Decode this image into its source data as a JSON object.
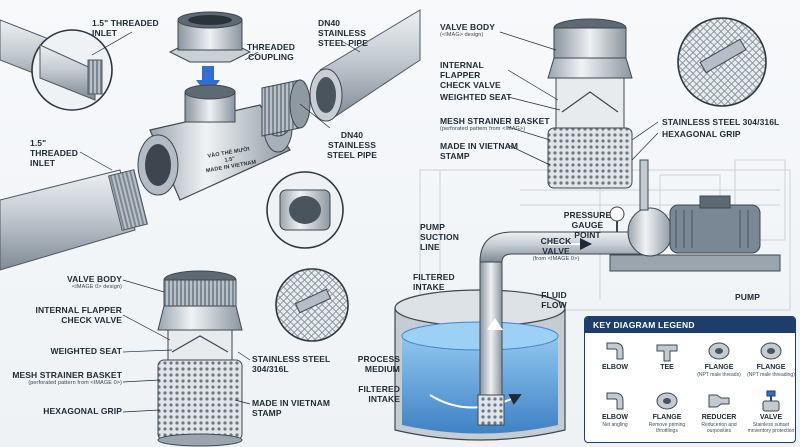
{
  "labels": {
    "threaded_inlet_top": "1.5\" THREADED INLET",
    "threaded_coupling": "THREADED COUPLING",
    "steel_pipe_top": "DN40 STAINLESS STEEL PIPE",
    "steel_pipe_mid": "DN40 STAINLESS STEEL PIPE",
    "threaded_inlet_left": "1.5\" THREADED INLET",
    "valve_body_bl": "VALVE BODY",
    "valve_body_bl_sub": "<IMAGE 0> design)",
    "flapper_bl": "INTERNAL FLAPPER CHECK VALVE",
    "weighted_seat_bl": "WEIGHTED SEAT",
    "mesh_bl": "MESH STRAINER BASKET",
    "mesh_bl_sub": "(perforated pattern from <IMAGE 0>)",
    "hex_grip_bl": "HEXAGONAL GRIP",
    "steel_grade_bl": "STAINLESS STEEL 304/316L",
    "vietnam_bl": "MADE IN VIETNAM STAMP",
    "valve_body_tr": "VALVE BODY",
    "valve_body_tr_sub": "(<IMAG> design)",
    "flapper_tr": "INTERNAL FLAPPER CHECK VALVE",
    "weighted_seat_tr": "WEIGHTED SEAT",
    "mesh_tr": "MESH STRAINER BASKET",
    "mesh_tr_sub": "(perforated pattern from <IMAG>)",
    "vietnam_tr": "MADE IN VIETNAM STAMP",
    "steel_grade_tr": "STAINLESS STEEL 304/316L",
    "hex_grip_tr": "HEXAGONAL GRIP",
    "pump_suction": "PUMP SUCTION LINE",
    "check_valve": "CHECK VALVE",
    "check_valve_sub": "(from <IMAGE 0>)",
    "pressure_gauge": "PRESSURE GAUGE POINT",
    "filtered_intake_top": "FILTERED INTAKE",
    "fluid_flow": "FLUID FLOW",
    "pump": "PUMP",
    "process_medium": "PROCESS MEDIUM",
    "filtered_intake_bottom": "FILTERED INTAKE"
  },
  "stamp_text": [
    "Vào Thế Mười",
    "1.5\"",
    "MADE IN VIETNAM"
  ],
  "legend": {
    "title": "KEY DIAGRAM LEGEND",
    "items": [
      {
        "name": "ELBOW",
        "desc": "",
        "icon": "elbow-icon"
      },
      {
        "name": "TEE",
        "desc": "",
        "icon": "tee-icon"
      },
      {
        "name": "FLANGE",
        "desc": "(NPT male threads)",
        "icon": "flange-icon"
      },
      {
        "name": "FLANGE",
        "desc": "(NPT male threading)",
        "icon": "flange-icon"
      },
      {
        "name": "ELBOW",
        "desc": "Net angling",
        "icon": "elbow-icon"
      },
      {
        "name": "FLANGE",
        "desc": "Remove priming throttlings",
        "icon": "flange-icon"
      },
      {
        "name": "REDUCER",
        "desc": "Reducerion and ourposities",
        "icon": "reducer-icon"
      },
      {
        "name": "VALVE",
        "desc": "Stainless sunset mnventory protection",
        "icon": "valve-icon"
      }
    ]
  },
  "colors": {
    "steel_light": "#d9dee3",
    "steel_mid": "#aab4bd",
    "steel_dark": "#6f7b86",
    "water": "#5ea9e6",
    "arrow_blue": "#2f6fd1",
    "legend_navy": "#1f3d6b",
    "ink": "#1d2b36"
  }
}
